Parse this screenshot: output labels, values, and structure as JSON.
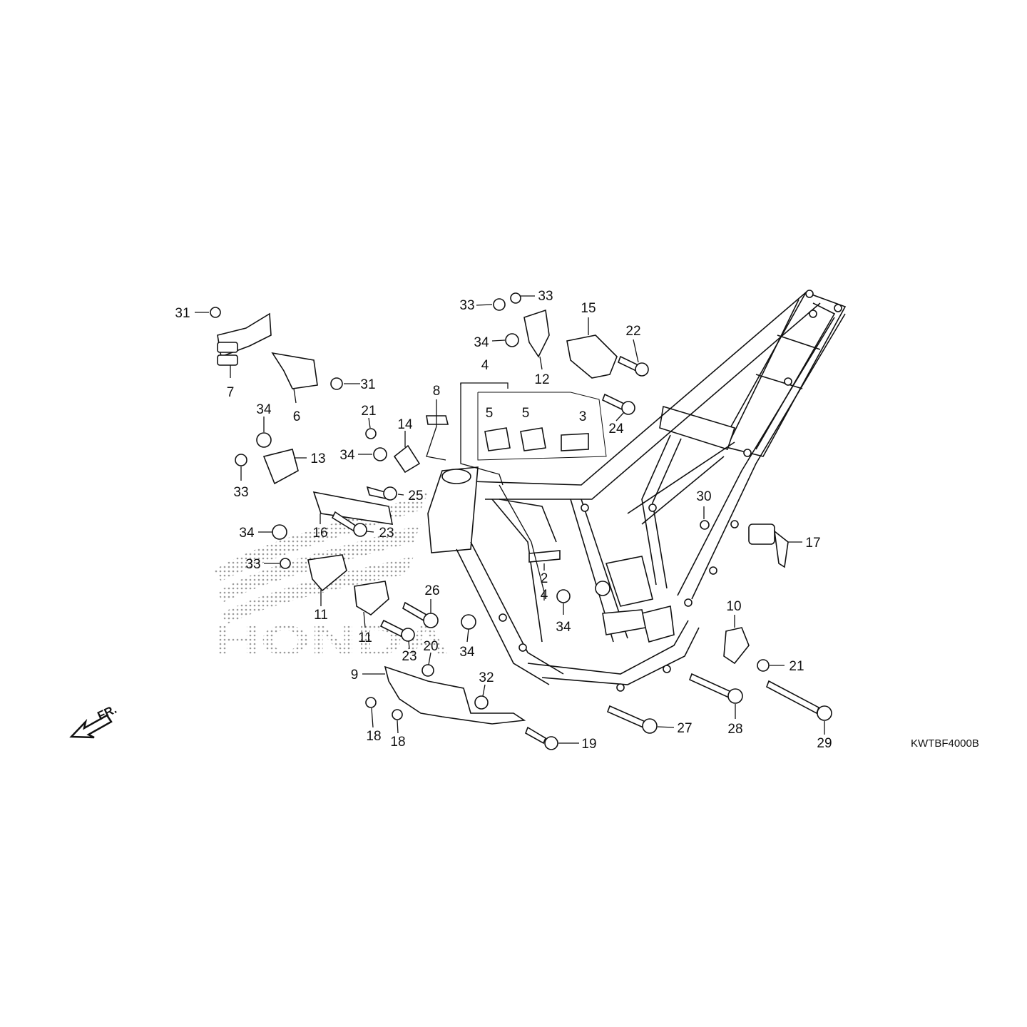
{
  "diagram": {
    "code": "KWTBF4000B",
    "front_indicator": "FR.",
    "watermark_text": "HONDA",
    "callouts": [
      {
        "id": "c31a",
        "label": "31"
      },
      {
        "id": "c7",
        "label": "7"
      },
      {
        "id": "c6",
        "label": "6"
      },
      {
        "id": "c31b",
        "label": "31"
      },
      {
        "id": "c34a",
        "label": "34"
      },
      {
        "id": "c33a",
        "label": "33"
      },
      {
        "id": "c13",
        "label": "13"
      },
      {
        "id": "c21a",
        "label": "21"
      },
      {
        "id": "c14",
        "label": "14"
      },
      {
        "id": "c34b",
        "label": "34"
      },
      {
        "id": "c25",
        "label": "25"
      },
      {
        "id": "c16",
        "label": "16"
      },
      {
        "id": "c23a",
        "label": "23"
      },
      {
        "id": "c34c",
        "label": "34"
      },
      {
        "id": "c33b",
        "label": "33"
      },
      {
        "id": "c11a",
        "label": "11"
      },
      {
        "id": "c11b",
        "label": "11"
      },
      {
        "id": "c26",
        "label": "26"
      },
      {
        "id": "c23b",
        "label": "23"
      },
      {
        "id": "c20",
        "label": "20"
      },
      {
        "id": "c9",
        "label": "9"
      },
      {
        "id": "c32",
        "label": "32"
      },
      {
        "id": "c18a",
        "label": "18"
      },
      {
        "id": "c18b",
        "label": "18"
      },
      {
        "id": "c8",
        "label": "8"
      },
      {
        "id": "c4a",
        "label": "4"
      },
      {
        "id": "c5a",
        "label": "5"
      },
      {
        "id": "c5b",
        "label": "5"
      },
      {
        "id": "c3",
        "label": "3"
      },
      {
        "id": "c2",
        "label": "2"
      },
      {
        "id": "c4b",
        "label": "4"
      },
      {
        "id": "c34d",
        "label": "34"
      },
      {
        "id": "c34e",
        "label": "34"
      },
      {
        "id": "c33c",
        "label": "33"
      },
      {
        "id": "c33d",
        "label": "33"
      },
      {
        "id": "c34f",
        "label": "34"
      },
      {
        "id": "c15",
        "label": "15"
      },
      {
        "id": "c12",
        "label": "12"
      },
      {
        "id": "c22",
        "label": "22"
      },
      {
        "id": "c24",
        "label": "24"
      },
      {
        "id": "c30",
        "label": "30"
      },
      {
        "id": "c17",
        "label": "17"
      },
      {
        "id": "c10",
        "label": "10"
      },
      {
        "id": "c21b",
        "label": "21"
      },
      {
        "id": "c27",
        "label": "27"
      },
      {
        "id": "c28",
        "label": "28"
      },
      {
        "id": "c29",
        "label": "29"
      },
      {
        "id": "c19",
        "label": "19"
      }
    ]
  }
}
